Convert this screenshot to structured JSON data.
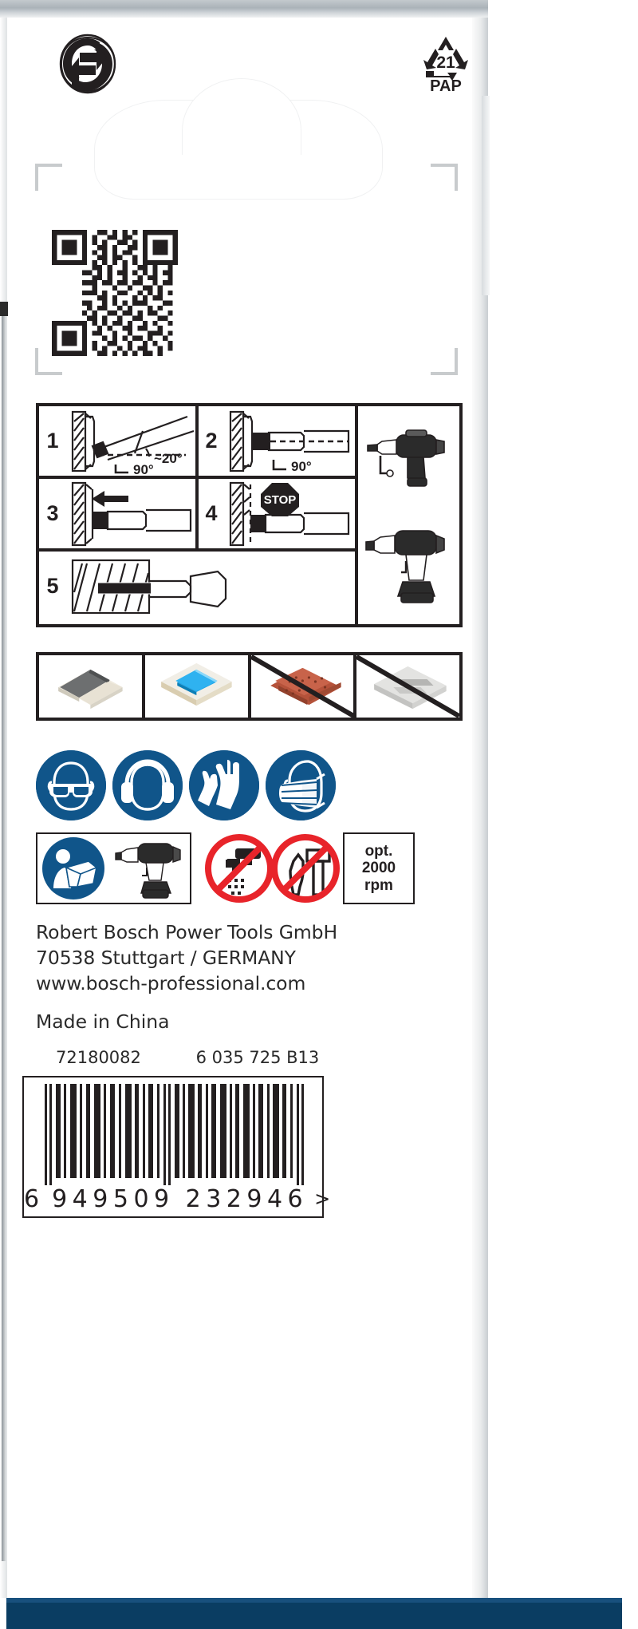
{
  "package": {
    "top_bar_color": "#b7bfc4",
    "bottom_band_color": "#0a3d62",
    "background": "#ffffff"
  },
  "recycling": {
    "green_dot": {
      "icon": "green-dot-recycling-icon",
      "alt": "Der Grüne Punkt"
    },
    "pap": {
      "icon": "pap-recycling-icon",
      "number": "21",
      "material": "PAP"
    }
  },
  "qr": {
    "icon": "qr-code-icon",
    "modules": 25
  },
  "instructions": {
    "steps": [
      {
        "number": "1",
        "figure": "drill-angled-start-icon",
        "angle_a": "~20°",
        "angle_b": "90°"
      },
      {
        "number": "2",
        "figure": "drill-straight-icon",
        "angle_b": "90°"
      },
      {
        "number": "3",
        "figure": "drill-push-arrow-icon"
      },
      {
        "number": "4",
        "figure": "drill-stop-icon",
        "badge": "STOP"
      },
      {
        "number": "5",
        "figure": "drill-through-hatched-wall-icon"
      }
    ],
    "tools": [
      {
        "icon": "corded-impact-drill-icon"
      },
      {
        "icon": "cordless-drill-driver-icon"
      }
    ]
  },
  "materials": [
    {
      "icon": "granite-tile-icon",
      "allowed": true,
      "label": "granite / stoneware tile"
    },
    {
      "icon": "glazed-ceramic-tile-icon",
      "allowed": true,
      "label": "glazed ceramic tile"
    },
    {
      "icon": "brick-icon",
      "allowed": false,
      "label": "brick"
    },
    {
      "icon": "aerated-concrete-icon",
      "allowed": false,
      "label": "aerated concrete"
    }
  ],
  "safety": {
    "mandatory": [
      {
        "icon": "eye-protection-icon",
        "label": "wear eye protection"
      },
      {
        "icon": "ear-protection-icon",
        "label": "wear ear protection"
      },
      {
        "icon": "protective-gloves-icon",
        "label": "wear protective gloves"
      },
      {
        "icon": "dust-mask-icon",
        "label": "wear dust mask"
      }
    ],
    "read_manual": {
      "icon": "read-manual-icon",
      "tool_icon": "cordless-drill-icon"
    },
    "prohibitions": [
      {
        "icon": "no-water-icon",
        "label": "do not use with water"
      },
      {
        "icon": "no-hammer-drilling-icon",
        "label": "no hammer drilling"
      }
    ],
    "speed": {
      "line1": "opt.",
      "line2": "2000",
      "line3": "rpm"
    },
    "mandatory_color": "#10558a",
    "prohibition_color": "#e8242a"
  },
  "manufacturer": {
    "line1": "Robert Bosch Power Tools GmbH",
    "line2": "70538 Stuttgart / GERMANY",
    "line3": "www.bosch-professional.com",
    "origin": "Made in China"
  },
  "codes": {
    "article_number": "72180082",
    "order_number": "6 035 725 B13"
  },
  "barcode": {
    "type": "EAN-13",
    "first_digit": "6",
    "left_group": "949509",
    "right_group": "232946",
    "terminator": ">",
    "full": "6949509232946"
  }
}
